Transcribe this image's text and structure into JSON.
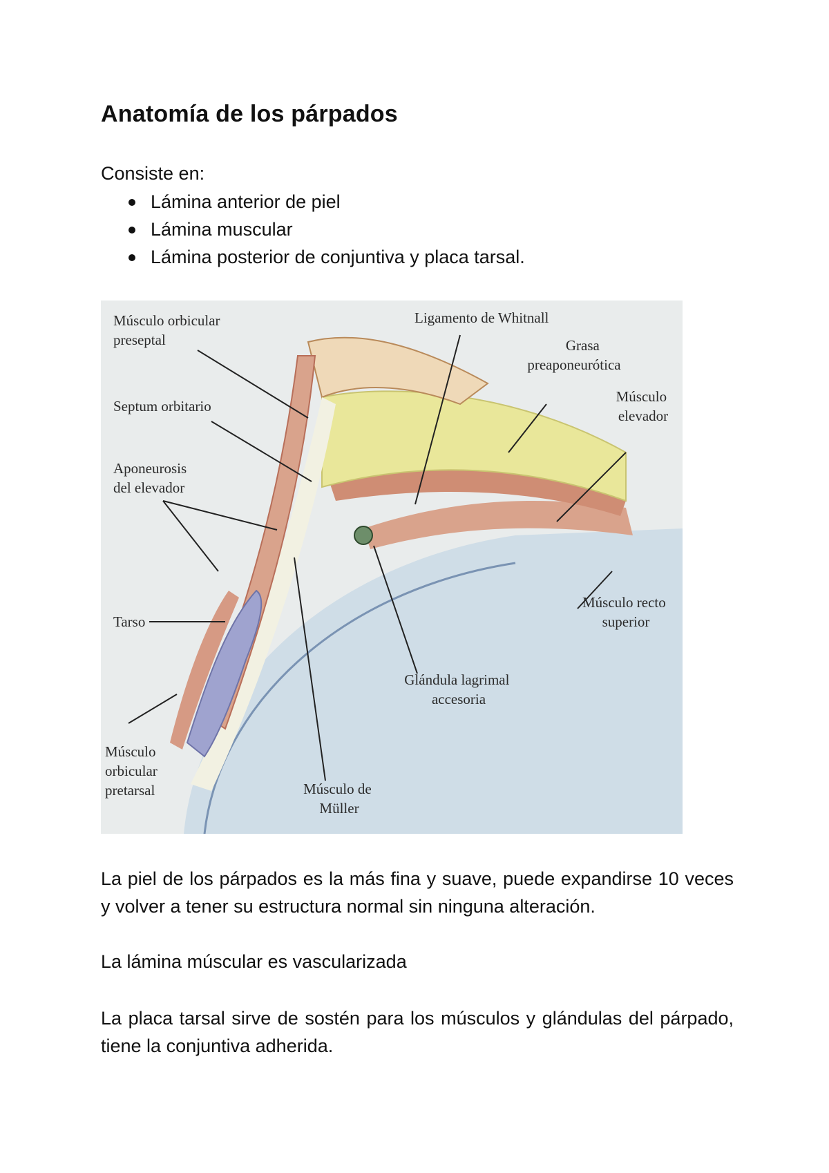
{
  "title": "Anatomía de los párpados",
  "intro": "Consiste en:",
  "bullets": [
    "Lámina anterior de piel",
    "Lámina muscular",
    "Lámina posterior de conjuntiva y placa tarsal."
  ],
  "figure": {
    "labels": {
      "orbicular_preseptal": [
        "Músculo orbicular",
        "preseptal"
      ],
      "septum": "Septum orbitario",
      "aponeurosis": [
        "Aponeurosis",
        "del elevador"
      ],
      "tarso": "Tarso",
      "orbicular_pretarsal": [
        "Músculo",
        "orbicular",
        "pretarsal"
      ],
      "muller": [
        "Músculo de",
        "Müller"
      ],
      "glandula": [
        "Glándula lagrimal",
        "accesoria"
      ],
      "recto": [
        "Músculo recto",
        "superior"
      ],
      "elevador": [
        "Músculo",
        "elevador"
      ],
      "grasa": [
        "Grasa",
        "preaponeurótica"
      ],
      "whitnall": "Ligamento de Whitnall"
    },
    "colors": {
      "background": "#e9ecec",
      "fat": "#e9e79a",
      "muscle": "#d9a38c",
      "bone": "#efd9b8",
      "tarsus": "#9fa3cf",
      "globe": "#cfdde7",
      "line": "#222222"
    }
  },
  "paragraphs": [
    "La piel de los párpados es la más fina y suave, puede expandirse 10 veces y volver a tener su estructura normal sin ninguna alteración.",
    "La lámina múscular es vascularizada",
    "La placa tarsal sirve de sostén para los músculos y glándulas del párpado,  tiene la conjuntiva adherida."
  ]
}
